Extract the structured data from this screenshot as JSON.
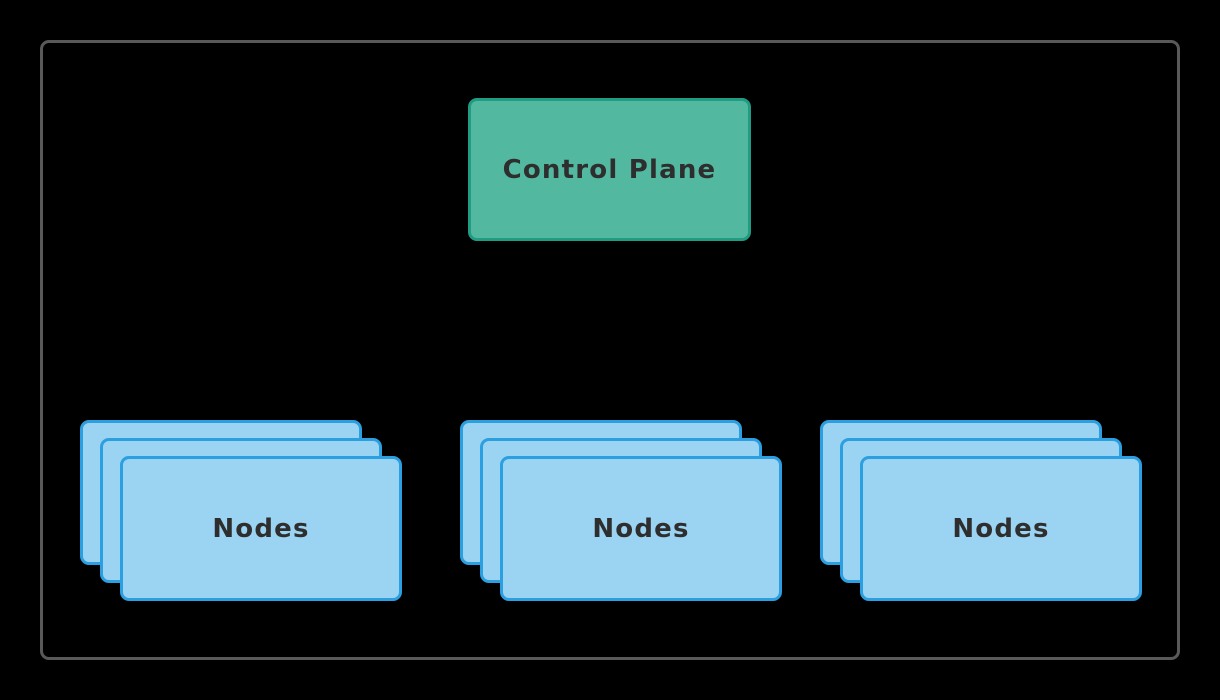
{
  "diagram": {
    "type": "cluster-architecture",
    "background_color": "#000000",
    "frame": {
      "border_color": "#595959",
      "corner_radius": 9
    },
    "control_plane": {
      "label": "Control Plane",
      "fill_color": "#52b9a0",
      "border_color": "#1f9c82",
      "text_color": "#2e2e2e"
    },
    "node_groups": [
      {
        "label": "Nodes",
        "stack_count": 3,
        "fill_color": "#9bd3f2",
        "border_color": "#2b9fe0",
        "text_color": "#2e2e2e"
      },
      {
        "label": "Nodes",
        "stack_count": 3,
        "fill_color": "#9bd3f2",
        "border_color": "#2b9fe0",
        "text_color": "#2e2e2e"
      },
      {
        "label": "Nodes",
        "stack_count": 3,
        "fill_color": "#9bd3f2",
        "border_color": "#2b9fe0",
        "text_color": "#2e2e2e"
      }
    ]
  }
}
